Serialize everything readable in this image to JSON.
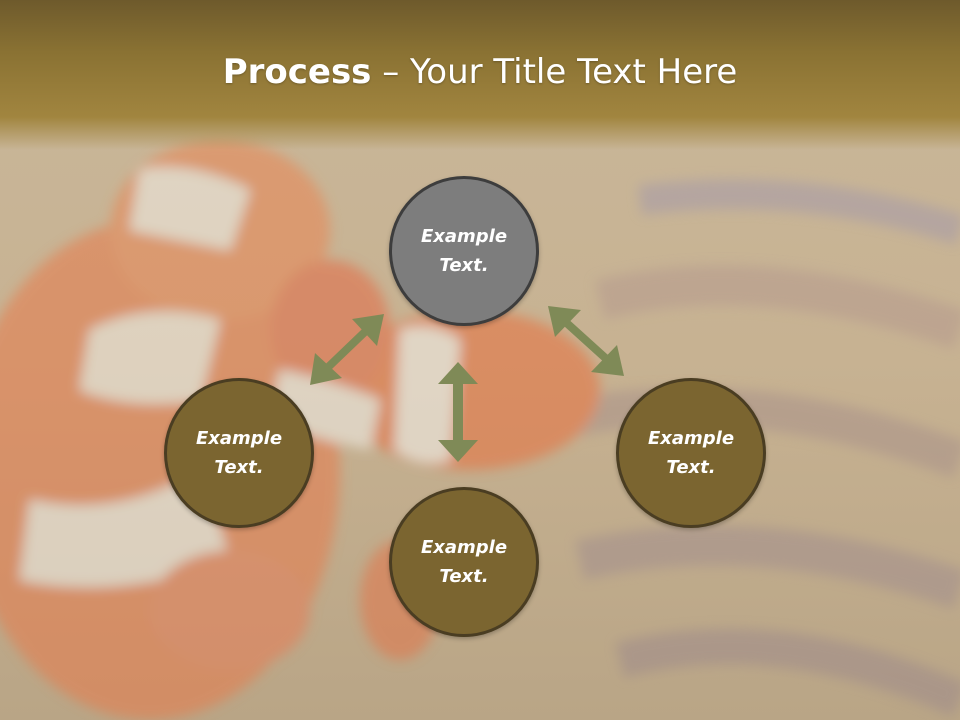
{
  "slide": {
    "title_bold": "Process",
    "title_rest": " – Your Title Text Here"
  },
  "nodes": [
    {
      "id": "top",
      "label": "Example Text.",
      "fill": "#7d7d7d"
    },
    {
      "id": "left",
      "label": "Example Text.",
      "fill": "#7b6530"
    },
    {
      "id": "right",
      "label": "Example Text.",
      "fill": "#7b6530"
    },
    {
      "id": "bottom",
      "label": "Example Text.",
      "fill": "#7b6530"
    }
  ],
  "colors": {
    "header": "#8a7233",
    "arrow": "#7f8a57",
    "node_border": "#4a3d22"
  }
}
